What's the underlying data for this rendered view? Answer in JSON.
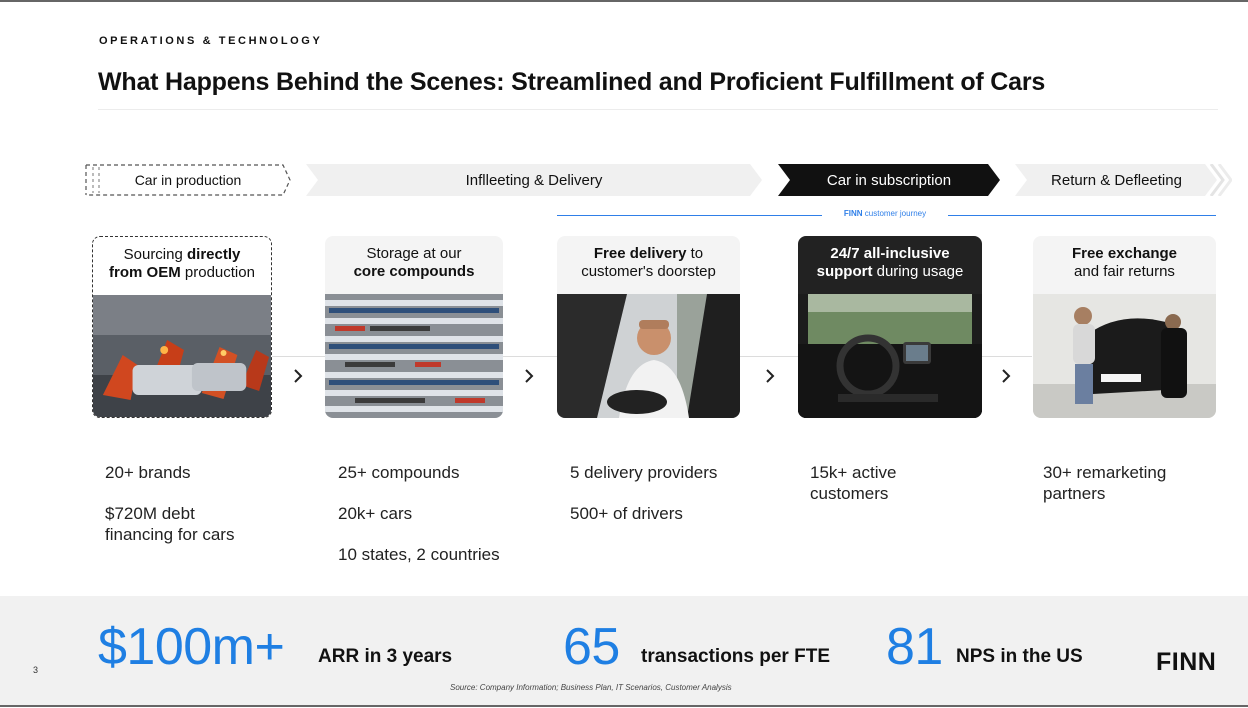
{
  "header": {
    "section": "OPERATIONS & TECHNOLOGY",
    "title": "What Happens Behind the Scenes: Streamlined and Proficient Fulfillment of Cars"
  },
  "phases": [
    {
      "label": "Car in production",
      "style": "dashed"
    },
    {
      "label": "Inflleeting & Delivery",
      "style": "light"
    },
    {
      "label": "Car in subscription",
      "style": "dark"
    },
    {
      "label": "Return & Defleeting",
      "style": "light"
    }
  ],
  "journey": {
    "brand": "FINN",
    "label": "customer journey",
    "color": "#2f7fe8"
  },
  "cards": [
    {
      "head_pre": "Sourcing ",
      "head_bold": "directly",
      "head_line2_bold": "from OEM",
      "head_line2_post": " production",
      "image": "factory-robots-image",
      "style": "dashed"
    },
    {
      "head_pre": "Storage at our",
      "head_bold": "",
      "head_line2_bold": "core compounds",
      "head_line2_post": "",
      "image": "car-parking-lot-image",
      "style": "light"
    },
    {
      "head_pre": "",
      "head_bold": "Free delivery",
      "head_post": " to",
      "head_line2_bold": "",
      "head_line2_post": "customer's doorstep",
      "image": "driver-in-car-image",
      "style": "light"
    },
    {
      "head_pre": "",
      "head_bold": "24/7 all-inclusive",
      "head_line2_bold": "support",
      "head_line2_post": " during usage",
      "image": "car-interior-image",
      "style": "dark"
    },
    {
      "head_pre": "",
      "head_bold": "Free exchange",
      "head_line2_bold": "",
      "head_line2_post": "and fair returns",
      "image": "car-inspection-image",
      "style": "light"
    }
  ],
  "facts": [
    [
      "20+ brands",
      "$720M debt financing for cars"
    ],
    [
      "25+ compounds",
      "20k+ cars",
      "10 states, 2 countries"
    ],
    [
      "5 delivery providers",
      "500+ of drivers"
    ],
    [
      "15k+ active customers"
    ],
    [
      "30+ remarketing partners"
    ]
  ],
  "stats": [
    {
      "value": "$100m+",
      "label": "ARR in 3 years"
    },
    {
      "value": "65",
      "label": "transactions per FTE"
    },
    {
      "value": "81",
      "label": "NPS in the US"
    }
  ],
  "footer": {
    "page_number": "3",
    "source": "Source: Company Information; Business Plan, IT Scenarios, Customer Analysis",
    "logo": "FINN"
  },
  "colors": {
    "accent": "#1f7fe3",
    "dark": "#111111",
    "band": "#f1f1f1"
  }
}
